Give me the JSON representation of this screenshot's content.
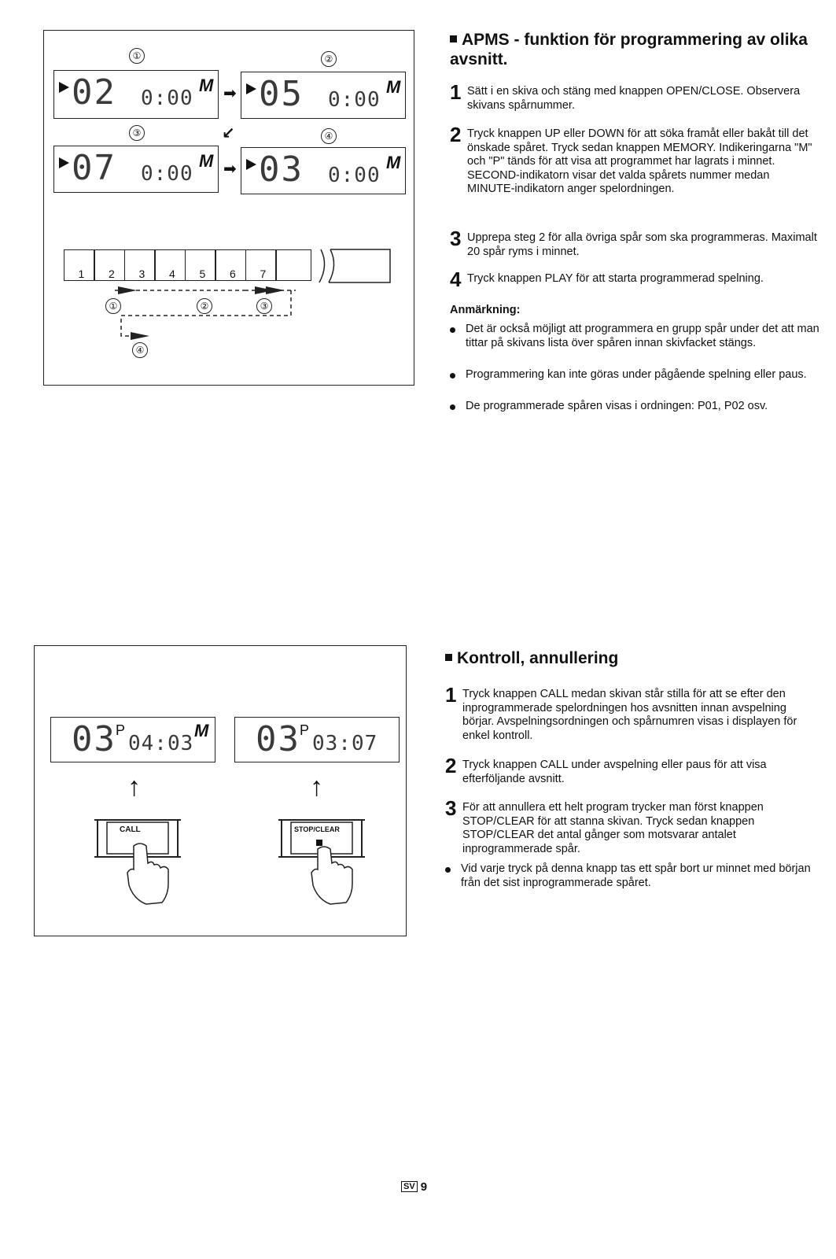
{
  "apms": {
    "heading": "APMS - funktion för programmering av olika avsnitt.",
    "steps": [
      {
        "num": "1",
        "text": "Sätt i en skiva och stäng med knappen OPEN/CLOSE. Observera skivans spårnummer."
      },
      {
        "num": "2",
        "text": "Tryck knappen UP eller DOWN för att söka framåt eller bakåt till det önskade spåret. Tryck sedan knappen MEMORY. Indikeringarna \"M\" och \"P\" tänds för att visa att programmet har lagrats i minnet. SECOND-indikatorn visar det valda spårets nummer medan MINUTE-indikatorn anger spelordningen."
      },
      {
        "num": "3",
        "text": "Upprepa steg 2 för alla övriga spår som ska programmeras. Maximalt 20 spår ryms i minnet."
      },
      {
        "num": "4",
        "text": "Tryck knappen PLAY för att starta programmerad spelning."
      }
    ],
    "note_title": "Anmärkning:",
    "notes": [
      "Det är också möjligt att programmera en grupp spår under det att man tittar på skivans lista över spåren innan skivfacket stängs.",
      "Programmering kan inte göras under pågående spelning eller paus.",
      "De programmerade spåren visas i ordningen: P01, P02 osv."
    ]
  },
  "figure1": {
    "labels": [
      "①",
      "②",
      "③",
      "④"
    ],
    "displays": [
      {
        "track": "02",
        "time": "0:00",
        "mode": "M"
      },
      {
        "track": "05",
        "time": "0:00",
        "mode": "M"
      },
      {
        "track": "07",
        "time": "0:00",
        "mode": "M"
      },
      {
        "track": "03",
        "time": "0:00",
        "mode": "M"
      }
    ],
    "tracks": [
      "1",
      "2",
      "3",
      "4",
      "5",
      "6",
      "7"
    ]
  },
  "kontroll": {
    "heading": "Kontroll, annullering",
    "steps": [
      {
        "num": "1",
        "text": "Tryck knappen CALL medan skivan står stilla för att se efter den inprogrammerade spelordningen hos avsnitten innan avspelning börjar. Avspelningsordningen och spårnumren visas i displayen för enkel kontroll."
      },
      {
        "num": "2",
        "text": "Tryck knappen CALL under avspelning eller paus för att visa efterföljande avsnitt."
      },
      {
        "num": "3",
        "text": "För att annullera ett helt program trycker man först knappen STOP/CLEAR för att stanna skivan. Tryck sedan knappen STOP/CLEAR det antal gånger som motsvarar antalet inprogrammerade spår."
      }
    ],
    "notes": [
      "Vid varje tryck på denna knapp tas ett spår bort ur minnet med början från det sist inprogrammerade spåret."
    ]
  },
  "figure2": {
    "displays": [
      {
        "track": "03",
        "p": "P",
        "time": "04:03",
        "mode": "M"
      },
      {
        "track": "03",
        "p": "P",
        "time": "03:07",
        "mode": ""
      }
    ],
    "buttons": [
      "CALL",
      "STOP/CLEAR"
    ]
  },
  "footer": {
    "lang": "SV",
    "page": "9"
  }
}
